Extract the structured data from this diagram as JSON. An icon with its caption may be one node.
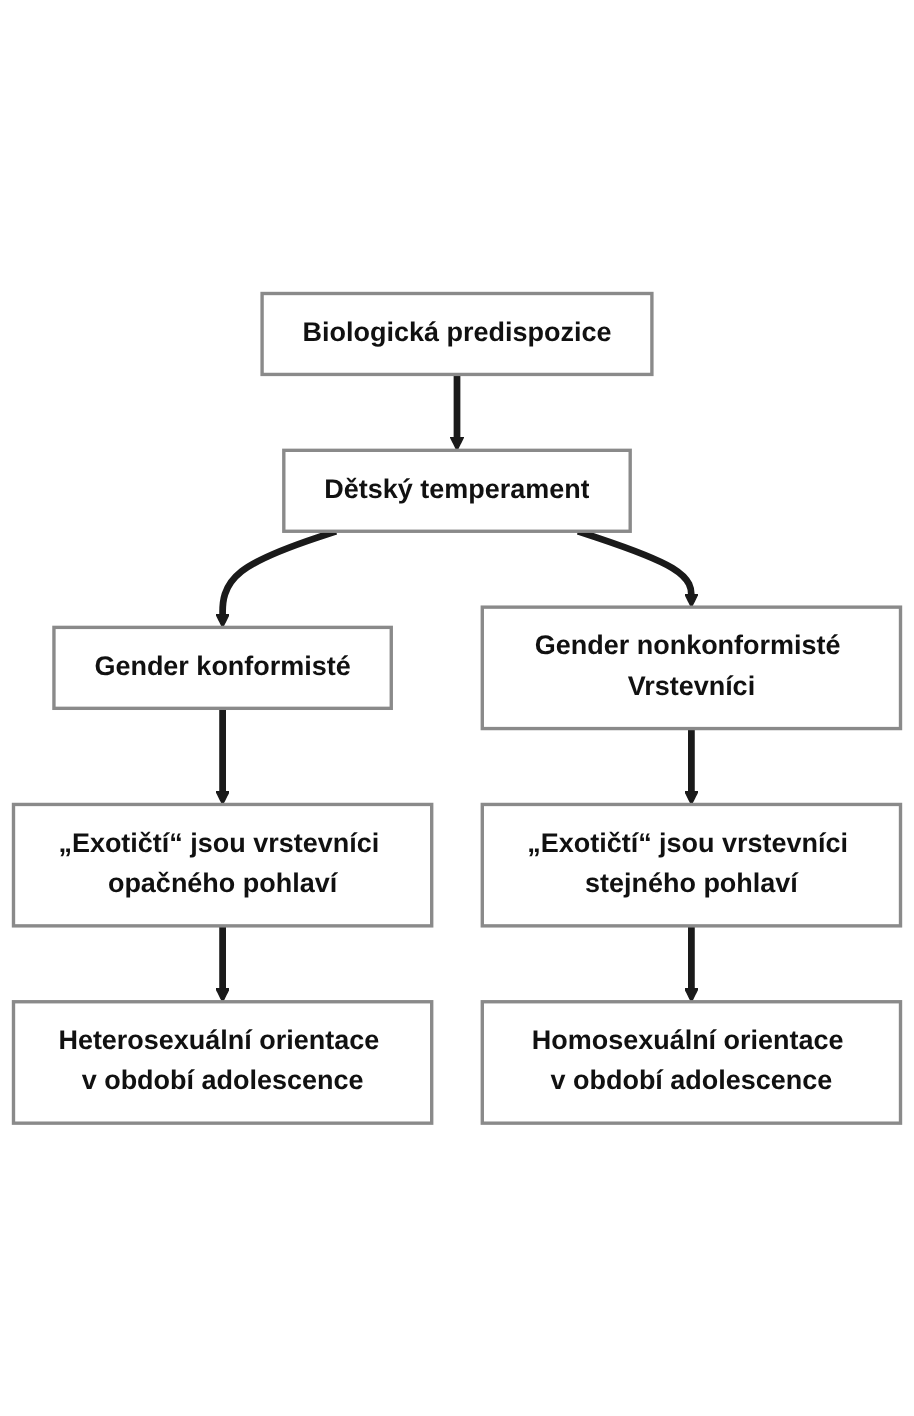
{
  "diagram": {
    "nodes": [
      {
        "text": [
          "Biologická predispozice"
        ]
      },
      {
        "text": [
          "Dětský temperament"
        ]
      },
      {
        "text": [
          "Gender konformisté"
        ]
      },
      {
        "text": [
          "Gender nonkonformisté Vrstevníci"
        ]
      },
      {
        "text": [
          "„Exotičtí“ jsou vrstevníci opačného pohlaví"
        ]
      },
      {
        "text": [
          "„Exotičtí“ jsou vrstevníci stejného pohlaví"
        ]
      },
      {
        "text": [
          "Heterosexuální orientace v období adolescence"
        ]
      },
      {
        "text": [
          "Homosexuální orientace v období adolescence"
        ]
      }
    ],
    "edges": [
      {
        "from": 0,
        "to": 1,
        "arrow": "to"
      },
      {
        "from": 1,
        "to": 2,
        "arrow": "to"
      },
      {
        "from": 1,
        "to": 3,
        "arrow": "to"
      },
      {
        "from": 2,
        "to": 4,
        "arrow": "to"
      },
      {
        "from": 3,
        "to": 5,
        "arrow": "to"
      },
      {
        "from": 4,
        "to": 6,
        "arrow": "to"
      },
      {
        "from": 5,
        "to": 7,
        "arrow": "to"
      }
    ]
  }
}
